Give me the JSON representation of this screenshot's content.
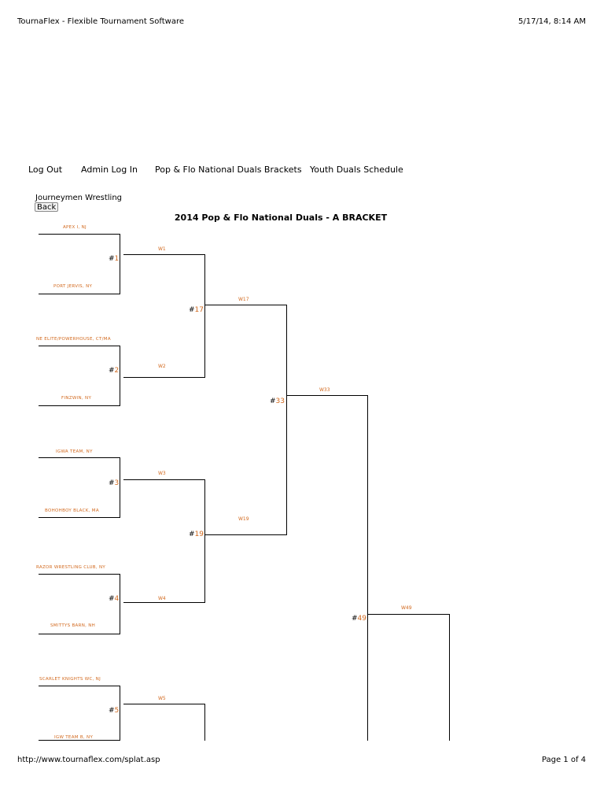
{
  "browser": {
    "page_title": "TournaFlex - Flexible Tournament Software",
    "datetime": "5/17/14, 8:14 AM",
    "url": "http://www.tournaflex.com/splat.asp",
    "page_indicator": "Page 1 of 4"
  },
  "nav": {
    "items": [
      "Log Out",
      "Admin Log In",
      "Pop & Flo National Duals Brackets",
      "Youth Duals Schedule"
    ]
  },
  "org_name": "Journeymen Wrestling",
  "back_label": "Back",
  "bracket": {
    "title": "2014 Pop & Flo National Duals - A BRACKET",
    "teams": [
      "APEX I, NJ",
      "PORT JERVIS, NY",
      "NE ELITE/POWERHOUSE, CT/MA",
      "FINZWIN, NY",
      "IGWA TEAM, NY",
      "BOHOHBOY BLACK, MA",
      "RAZOR WRESTLING CLUB, NY",
      "SMITTYS BARN, NH",
      "SCARLET KNIGHTS WC, NJ",
      "IGW TEAM B, NY"
    ],
    "match_numbers": [
      "1",
      "2",
      "3",
      "4",
      "5",
      "17",
      "19",
      "33",
      "49"
    ],
    "winner_labels": [
      "W1",
      "W2",
      "W3",
      "W4",
      "W5",
      "W17",
      "W19",
      "W33",
      "W49"
    ]
  },
  "colors": {
    "team_text": "#d2691e",
    "line": "#000000"
  }
}
